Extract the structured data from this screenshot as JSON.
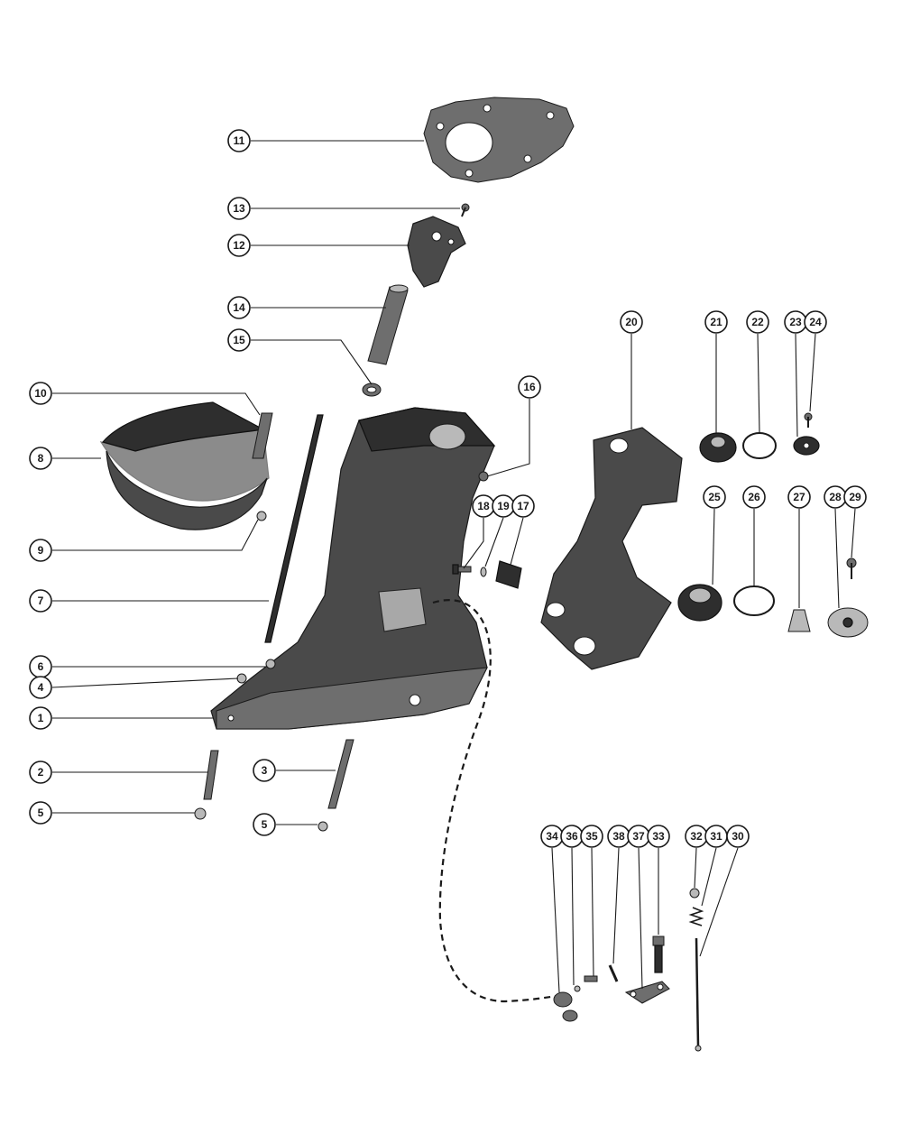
{
  "diagram": {
    "callouts": [
      "11",
      "13",
      "12",
      "14",
      "15",
      "10",
      "8",
      "9",
      "7",
      "6",
      "4",
      "1",
      "2",
      "5",
      "3",
      "5",
      "16",
      "18",
      "19",
      "17",
      "20",
      "21",
      "22",
      "23",
      "24",
      "25",
      "26",
      "27",
      "28",
      "29",
      "34",
      "36",
      "35",
      "38",
      "37",
      "33",
      "32",
      "31",
      "30"
    ]
  }
}
